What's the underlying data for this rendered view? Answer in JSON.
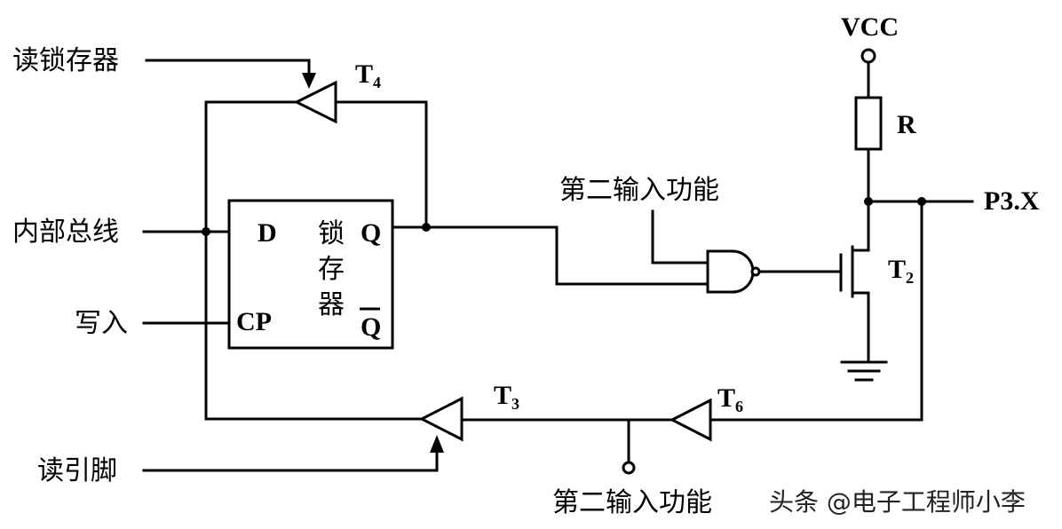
{
  "labels": {
    "read_latch": "读锁存器",
    "internal_bus": "内部总线",
    "write": "写入",
    "read_pin": "读引脚",
    "second_input_top": "第二输入功能",
    "second_input_bottom": "第二输入功能",
    "vcc": "VCC",
    "resistor": "R",
    "pin": "P3.X"
  },
  "latch": {
    "d": "D",
    "q": "Q",
    "cp": "CP",
    "qbar": "Q",
    "name_chars": [
      "锁",
      "存",
      "器"
    ]
  },
  "components": {
    "t4": {
      "letter": "T",
      "sub": "4"
    },
    "t3": {
      "letter": "T",
      "sub": "3"
    },
    "t6": {
      "letter": "T",
      "sub": "6"
    },
    "t2": {
      "letter": "T",
      "sub": "2"
    }
  },
  "watermark": "头条 @电子工程师小李"
}
